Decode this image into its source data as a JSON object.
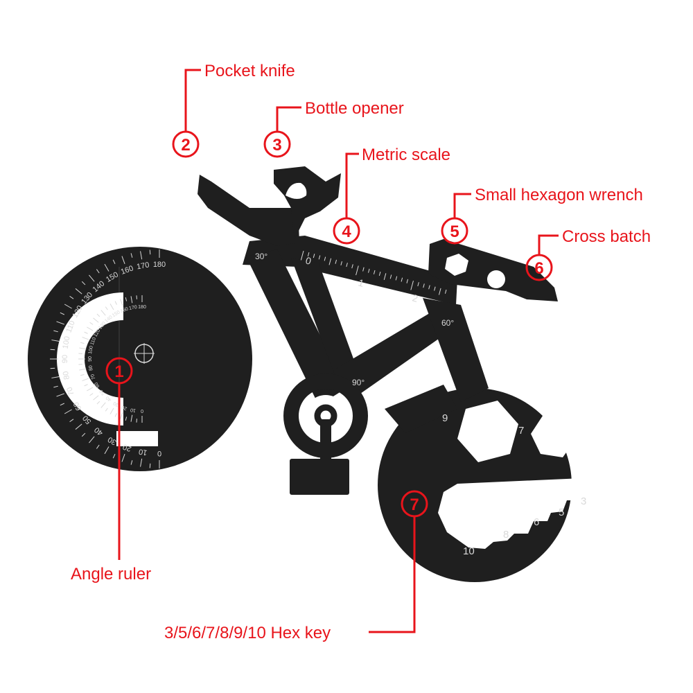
{
  "callouts": [
    {
      "number": "1",
      "label": "Angle ruler"
    },
    {
      "number": "2",
      "label": "Pocket knife"
    },
    {
      "number": "3",
      "label": "Bottle opener"
    },
    {
      "number": "4",
      "label": "Metric scale"
    },
    {
      "number": "5",
      "label": "Small hexagon wrench"
    },
    {
      "number": "6",
      "label": "Cross batch"
    },
    {
      "number": "7",
      "label": "3/5/6/7/8/9/10 Hex key"
    }
  ],
  "tool": {
    "angle_marks": {
      "a30": "30°",
      "a60": "60°",
      "a90": "90°"
    },
    "ruler_marks": [
      "0",
      "1",
      "2"
    ],
    "protractor_outer": [
      "180",
      "170",
      "160",
      "150",
      "140",
      "130",
      "120",
      "110",
      "100",
      "90",
      "80",
      "70",
      "60",
      "50",
      "40",
      "30",
      "20",
      "10",
      "0"
    ],
    "protractor_inner": [
      "180",
      "170",
      "160",
      "150",
      "140",
      "130",
      "120",
      "110",
      "100",
      "90",
      "80",
      "70",
      "60",
      "50",
      "40",
      "30",
      "20",
      "10",
      "0"
    ],
    "wrench_sizes": {
      "upper_left": "9",
      "upper_right": "7"
    },
    "hex_key_sizes": [
      "10",
      "8",
      "6",
      "5",
      "3"
    ]
  },
  "colors": {
    "accent": "#e8141b",
    "tool": "#1f1f1f",
    "engraving": "#d9d9d9",
    "background": "#ffffff"
  }
}
